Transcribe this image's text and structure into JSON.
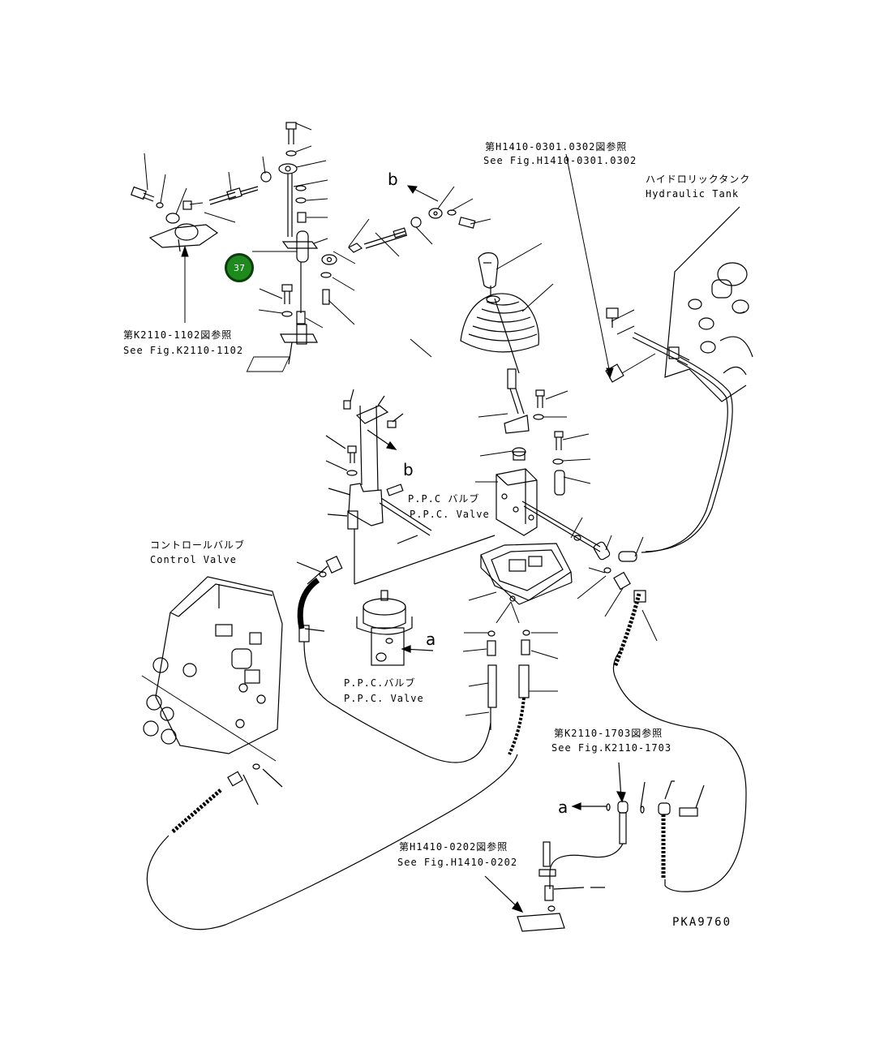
{
  "references": {
    "fig_k2110_1102": {
      "jp": "第K2110-1102図参照",
      "en": "See Fig.K2110-1102"
    },
    "fig_h1410_0301": {
      "jp": "第H1410-0301.0302図参照",
      "en": "See Fig.H1410-0301.0302"
    },
    "fig_k2110_1703": {
      "jp": "第K2110-1703図参照",
      "en": "See Fig.K2110-1703"
    },
    "fig_h1410_0202": {
      "jp": "第H1410-0202図参照",
      "en": "See Fig.H1410-0202"
    }
  },
  "components": {
    "hydraulic_tank": {
      "jp": "ハイドロリックタンク",
      "en": "Hydraulic Tank"
    },
    "ppc_valve_upper": {
      "jp": "P.P.C バルブ",
      "en": "P.P.C. Valve"
    },
    "ppc_valve_lower": {
      "jp": "P.P.C.バルブ",
      "en": "P.P.C. Valve"
    },
    "control_valve": {
      "jp": "コントロールバルブ",
      "en": "Control Valve"
    }
  },
  "callouts": {
    "b_top": "b",
    "b_mid": "b",
    "a_mid": "a",
    "a_bottom": "a"
  },
  "marker": {
    "number": "37",
    "color": "#1e8a1e"
  },
  "drawing_code": "PKA9760"
}
